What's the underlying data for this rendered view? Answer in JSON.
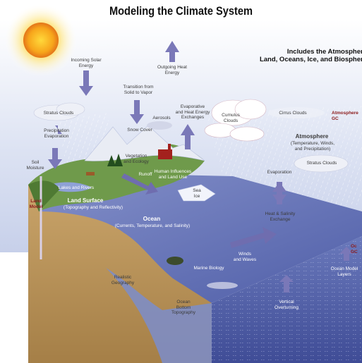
{
  "title": "Modeling the Climate System",
  "includes": "Includes the Atmosphere\nLand, Oceans, Ice, and Biosphere",
  "labels": {
    "incoming_solar": "Incoming Solar\nEnergy",
    "outgoing_heat": "Outgoing Heat\nEnergy",
    "transition": "Transition from\nSolid to Vapor",
    "evaporative": "Evaporative\nand Heat Energy\nExchanges",
    "stratus_left": "Stratus Clouds",
    "cumulus": "Cumulus\nClouds",
    "cirrus": "Cirrus Clouds",
    "atmosphere_red": "Atmosphere\nGC",
    "precipitation": "Precipitation\nEvaporation",
    "snow_cover": "Snow Cover",
    "aerosols": "Aerosols",
    "atmosphere_title": "Atmosphere",
    "atmosphere_sub": "(Temperature, Winds,\nand Precipitation)",
    "stratus_right": "Stratus Clouds",
    "soil_moisture": "Soil\nMoisture",
    "vegetation": "Vegetation\nand Ecology",
    "runoff": "Runoff",
    "human": "Human Influences\nand Land Use",
    "lakes": "Lakes and Rivers",
    "land_surface_title": "Land Surface",
    "land_surface_sub": "(Topography and Reflectivity)",
    "land_model": "Land\nModel",
    "sea_ice": "Sea\nIce",
    "evaporation": "Evaporation",
    "heat_salinity": "Heat & Salinity\nExchange",
    "ocean_title": "Ocean",
    "ocean_sub": "(Currents, Temperature, and Salinity)",
    "winds_waves": "Winds\nand Waves",
    "marine_biology": "Marine Biology",
    "realistic_geo": "Realistic\nGeography",
    "ocean_bottom": "Ocean\nBottom\nTopography",
    "vertical_mixing": "Vertical\nOverturning",
    "ocean_model_layers": "Ocean Model\nLayers",
    "ocean_red": "Oc\nGC"
  },
  "colors": {
    "sky": "#dfe5f4",
    "arrow": "#7a78b8",
    "land": "#6f9a4b",
    "ocean": "#5f6fb4",
    "earth": "#b8945c",
    "red_label": "#8b1a1a"
  }
}
